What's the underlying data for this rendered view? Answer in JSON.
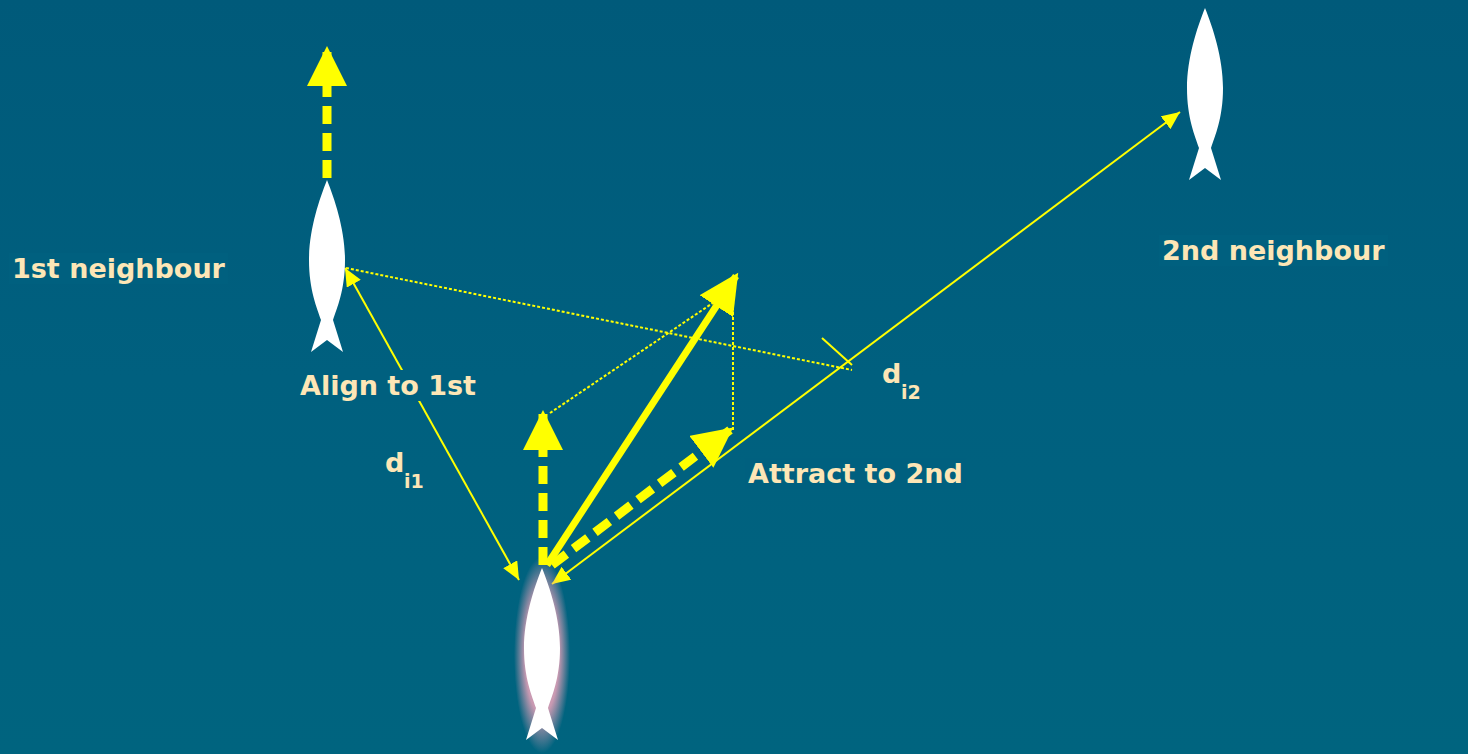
{
  "diagram": {
    "labels": [
      "1st neighbour",
      "2nd neighbour",
      "Align to 1st",
      "Attract to 2nd",
      "d",
      "i1",
      "d",
      "i2"
    ]
  }
}
